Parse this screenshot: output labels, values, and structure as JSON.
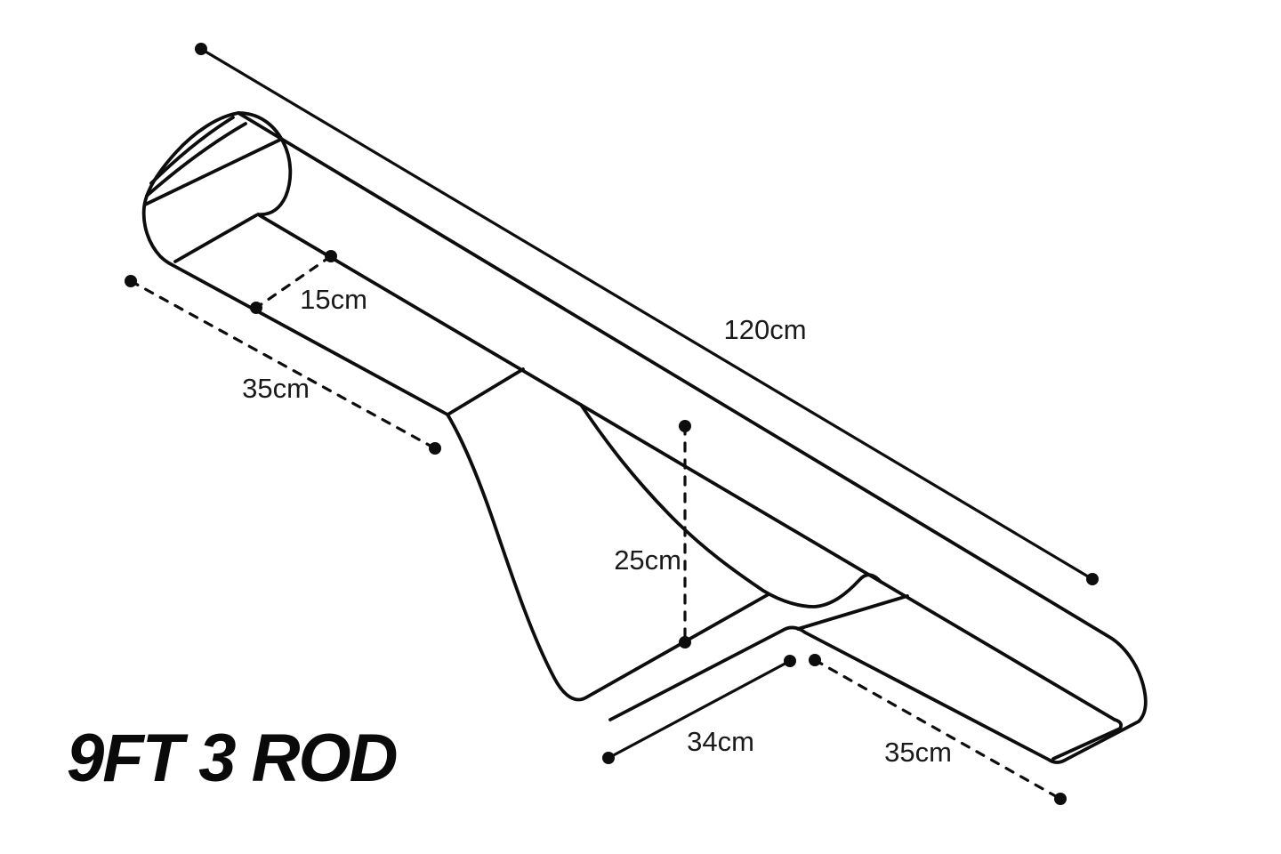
{
  "title": {
    "label": "9FT 3 ROD"
  },
  "diagram": {
    "subject": "rod-holdall-outline-drawing",
    "background_color": "#ffffff",
    "line_color": "#0d0d0d",
    "text_color": "#1a1a1a"
  },
  "dimensions": {
    "length_total": {
      "label": "120cm",
      "line_style": "solid"
    },
    "width_top": {
      "label": "15cm",
      "line_style": "dashed"
    },
    "left_section": {
      "label": "35cm",
      "line_style": "dashed"
    },
    "depth_middle": {
      "label": "25cm",
      "line_style": "dashed"
    },
    "middle_section": {
      "label": "34cm",
      "line_style": "solid"
    },
    "right_section": {
      "label": "35cm",
      "line_style": "dashed"
    }
  }
}
